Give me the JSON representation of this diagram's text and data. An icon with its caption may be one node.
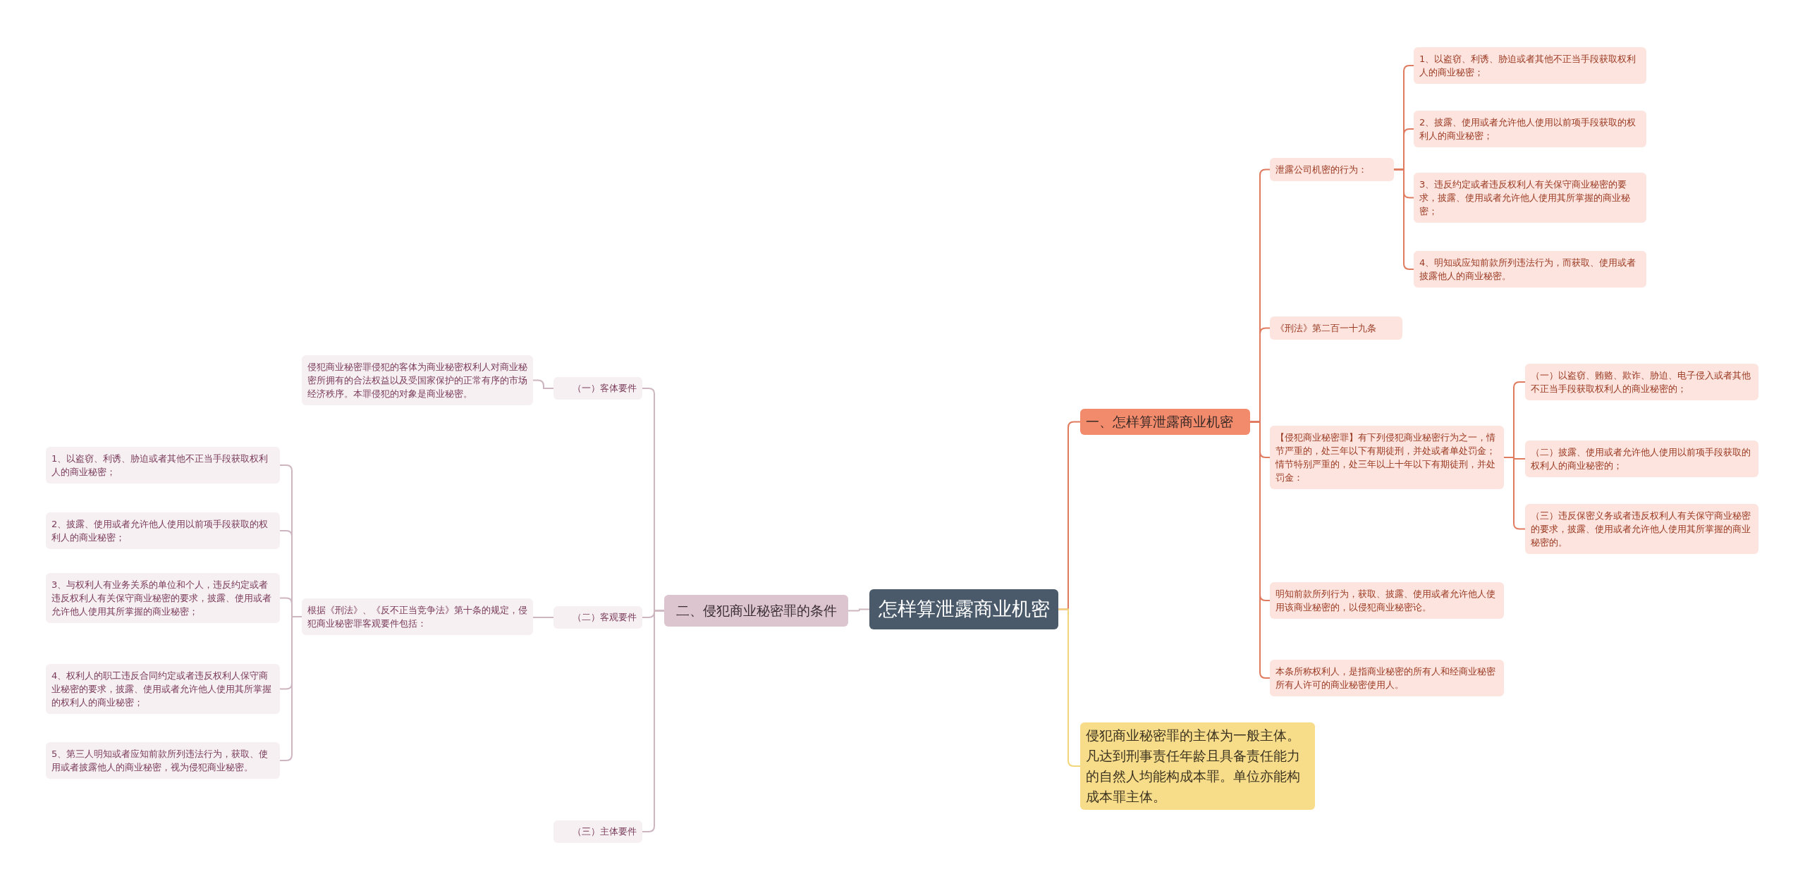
{
  "diagram": {
    "nodes": [
      {
        "text": [
          "怎样算泄露商业机密"
        ]
      },
      {
        "text": [
          "一、怎样算泄露商业机密"
        ]
      },
      {
        "text": [
          "泄露公司机密的行为："
        ]
      },
      {
        "text": [
          "1、以盗窃、利诱、胁迫或者其他不正当手段获取权利人的商业秘密；"
        ]
      },
      {
        "text": [
          "2、披露、使用或者允许他人使用以前项手段获取的权利人的商业秘密；"
        ]
      },
      {
        "text": [
          "3、违反约定或者违反权利人有关保守商业秘密的要求，披露、使用或者允许他人使用其所掌握的商业秘密；"
        ]
      },
      {
        "text": [
          "4、明知或应知前款所列违法行为，而获取、使用或者披露他人的商业秘密。"
        ]
      },
      {
        "text": [
          "《刑法》第二百一十九条"
        ]
      },
      {
        "text": [
          "【侵犯商业秘密罪】有下列侵犯商业秘密行为之一，情节严重的，处三年以下有期徒刑，并处或者单处罚金；情节特别严重的，处三年以上十年以下有期徒刑，并处罚金："
        ]
      },
      {
        "text": [
          "（一）以盗窃、贿赂、欺诈、胁迫、电子侵入或者其他不正当手段获取权利人的商业秘密的；"
        ]
      },
      {
        "text": [
          "（二）披露、使用或者允许他人使用以前项手段获取的权利人的商业秘密的；"
        ]
      },
      {
        "text": [
          "（三）违反保密义务或者违反权利人有关保守商业秘密的要求，披露、使用或者允许他人使用其所掌握的商业秘密的。"
        ]
      },
      {
        "text": [
          "明知前款所列行为，获取、披露、使用或者允许他人使用该商业秘密的，以侵犯商业秘密论。"
        ]
      },
      {
        "text": [
          "本条所称权利人，是指商业秘密的所有人和经商业秘密所有人许可的商业秘密使用人。"
        ]
      },
      {
        "text": [
          "侵犯商业秘密罪的主体为一般主体。凡达到刑事责任年龄且具备责任能力的自然人均能构成本罪。单位亦能构成本罪主体。"
        ]
      },
      {
        "text": [
          "二、侵犯商业秘密罪的条件"
        ]
      },
      {
        "text": [
          "（一）客体要件"
        ]
      },
      {
        "text": [
          "侵犯商业秘密罪侵犯的客体为商业秘密权利人对商业秘密所拥有的合法权益以及受国家保护的正常有序的市场经济秩序。本罪侵犯的对象是商业秘密。"
        ]
      },
      {
        "text": [
          "（二）客观要件"
        ]
      },
      {
        "text": [
          "根据《刑法》、《反不正当竞争法》第十条的规定，侵犯商业秘密罪客观要件包括："
        ]
      },
      {
        "text": [
          "1、以盗窃、利诱、胁迫或者其他不正当手段获取权利人的商业秘密；"
        ]
      },
      {
        "text": [
          "2、披露、使用或者允许他人使用以前项手段获取的权利人的商业秘密；"
        ]
      },
      {
        "text": [
          "3、与权利人有业务关系的单位和个人，违反约定或者违反权利人有关保守商业秘密的要求，披露、使用或者允许他人使用其所掌握的商业秘密；"
        ]
      },
      {
        "text": [
          "4、权利人的职工违反合同约定或者违反权利人保守商业秘密的要求，披露、使用或者允许他人使用其所掌握的权利人的商业秘密；"
        ]
      },
      {
        "text": [
          "5、第三人明知或者应知前款所列违法行为，获取、使用或者披露他人的商业秘密，视为侵犯商业秘密。"
        ]
      },
      {
        "text": [
          "（三）主体要件"
        ]
      }
    ],
    "edges": [
      {
        "from": 0,
        "to": 1,
        "arrow": "none"
      },
      {
        "from": 1,
        "to": 2,
        "arrow": "none"
      },
      {
        "from": 2,
        "to": 3,
        "arrow": "none"
      },
      {
        "from": 2,
        "to": 4,
        "arrow": "none"
      },
      {
        "from": 2,
        "to": 5,
        "arrow": "none"
      },
      {
        "from": 2,
        "to": 6,
        "arrow": "none"
      },
      {
        "from": 1,
        "to": 7,
        "arrow": "none"
      },
      {
        "from": 1,
        "to": 8,
        "arrow": "none"
      },
      {
        "from": 8,
        "to": 9,
        "arrow": "none"
      },
      {
        "from": 8,
        "to": 10,
        "arrow": "none"
      },
      {
        "from": 8,
        "to": 11,
        "arrow": "none"
      },
      {
        "from": 1,
        "to": 12,
        "arrow": "none"
      },
      {
        "from": 1,
        "to": 13,
        "arrow": "none"
      },
      {
        "from": 0,
        "to": 14,
        "arrow": "none",
        "color": "#f3d57a"
      },
      {
        "from": 0,
        "to": 15,
        "arrow": "none",
        "color": "#cdb6c0"
      },
      {
        "from": 15,
        "to": 16,
        "arrow": "none",
        "color": "#cdb6c0"
      },
      {
        "from": 16,
        "to": 17,
        "arrow": "none",
        "color": "#cdb6c0"
      },
      {
        "from": 15,
        "to": 18,
        "arrow": "none",
        "color": "#cdb6c0"
      },
      {
        "from": 18,
        "to": 19,
        "arrow": "none",
        "color": "#cdb6c0"
      },
      {
        "from": 19,
        "to": 20,
        "arrow": "none",
        "color": "#cdb6c0"
      },
      {
        "from": 19,
        "to": 21,
        "arrow": "none",
        "color": "#cdb6c0"
      },
      {
        "from": 19,
        "to": 22,
        "arrow": "none",
        "color": "#cdb6c0"
      },
      {
        "from": 19,
        "to": 23,
        "arrow": "none",
        "color": "#cdb6c0"
      },
      {
        "from": 19,
        "to": 24,
        "arrow": "none",
        "color": "#cdb6c0"
      },
      {
        "from": 15,
        "to": 25,
        "arrow": "none",
        "color": "#cdb6c0"
      }
    ]
  }
}
